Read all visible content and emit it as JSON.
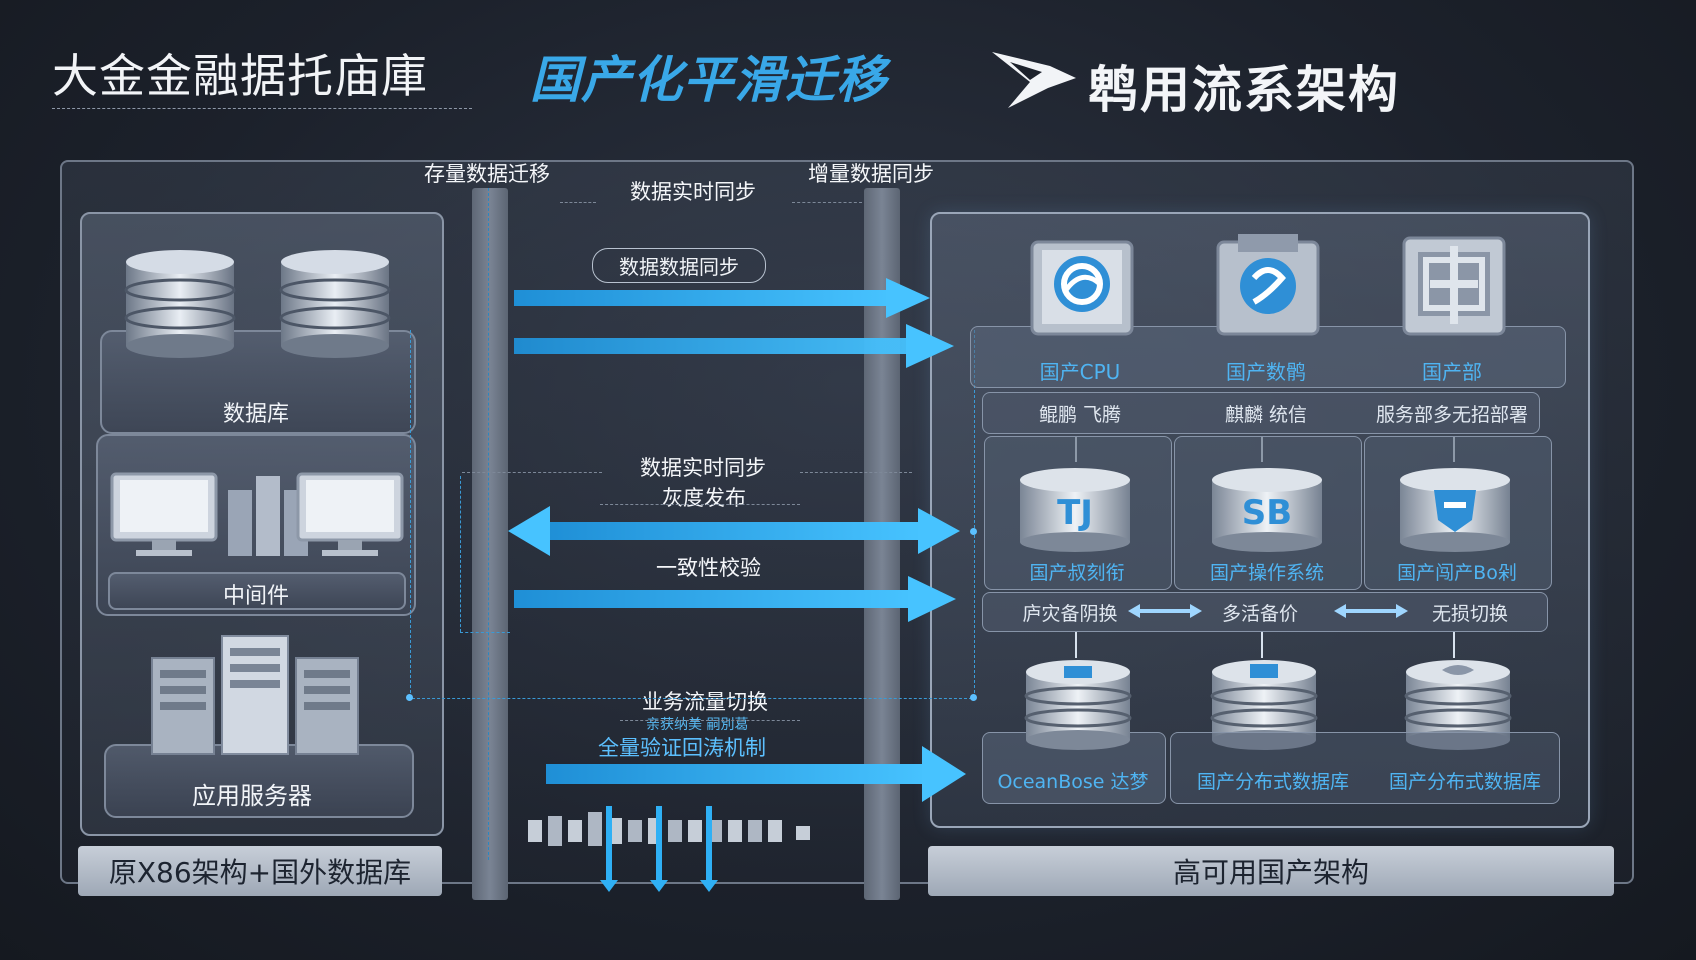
{
  "header": {
    "left_title": "大金金融据托庙庫",
    "mid_title": "国产化平滑迁移",
    "right_title": "鹎用流系架构"
  },
  "left": {
    "database_label": "数据库",
    "middleware_label": "中间件",
    "app_server_label": "应用服务器",
    "footer": "原X86架构+国外数据库"
  },
  "migration": {
    "stock_label": "存量数据迁移",
    "incremental_label": "增量数据同步",
    "realtime_sync_top": "数据实时同步",
    "data_sync_pill": "数据数据同步",
    "realtime_sync_mid": "数据实时同步",
    "gray_release": "灰度发布",
    "consistency_check": "一致性校验",
    "traffic_switch": "业务流量切换",
    "traffic_switch_sub": "亲获纳美 嗣別葛",
    "rollback": "全量验证回涛机制"
  },
  "right": {
    "footer": "高可用国产架构",
    "row1": [
      {
        "label": "国产CPU",
        "sub": "鲲鹏  飞腾"
      },
      {
        "label": "国产数鹘",
        "sub": "麒麟  统信"
      },
      {
        "label": "国产部",
        "sub": "服务部多无招部署"
      }
    ],
    "row2": [
      {
        "label": "国产叔刻衔"
      },
      {
        "label": "国产操作系统"
      },
      {
        "label": "国产闯产Bo剁"
      }
    ],
    "mid_strip": [
      "庐灾备阴换",
      "多活备价",
      "无损切换"
    ],
    "row3": [
      {
        "label": "OceanBose 达梦"
      },
      {
        "label": "国产分布式数据库"
      },
      {
        "label": "国产分布式数据库"
      }
    ]
  },
  "colors": {
    "accent_blue": "#39a8e8",
    "arrow_blue": "#2fb0f5",
    "label_blue": "#4fb4f2"
  }
}
